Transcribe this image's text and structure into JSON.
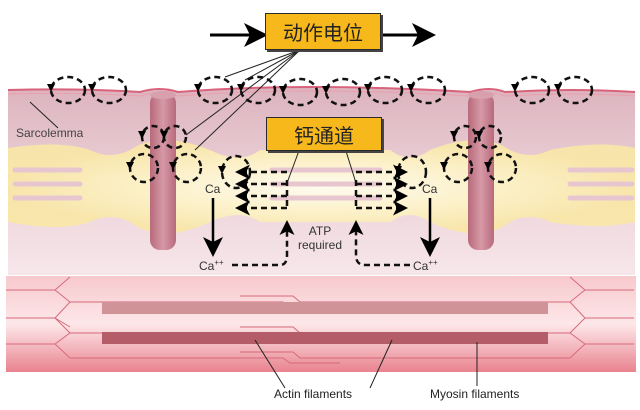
{
  "diagram": {
    "title_box_action_potential": "动作电位",
    "title_box_calcium_channel": "钙通道",
    "labels": {
      "sarcolemma": "Sarcolemma",
      "ca_left": "Ca",
      "ca_right": "Ca",
      "ca_ion_left": "Ca",
      "ca_ion_right": "Ca",
      "ion_charge": "++",
      "atp_line1": "ATP",
      "atp_line2": "required",
      "actin": "Actin filaments",
      "myosin": "Myosin filaments"
    },
    "colors": {
      "label_box_fill": "#f7b81c",
      "muscle_cytoplasm": "#e8c6cf",
      "sarcolemma_line": "#d9627a",
      "t_tubule": "#c9808f",
      "sarcoplasmic_reticulum": "#fbf0c0",
      "myofibril": "#e9848f",
      "myosin_band": "#b45c68",
      "actin_band": "#cf9398"
    }
  }
}
